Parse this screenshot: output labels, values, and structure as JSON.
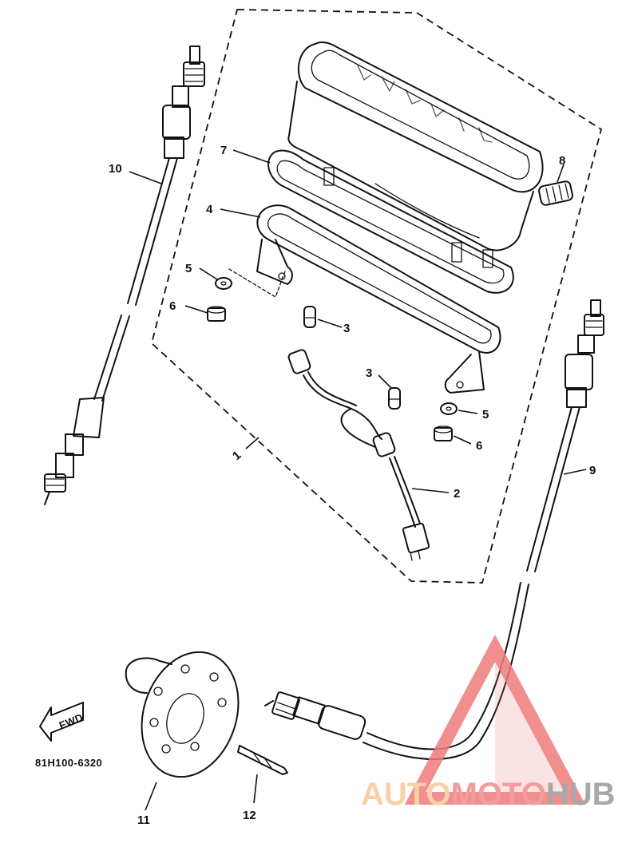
{
  "diagram": {
    "part_code": "81H100-6320",
    "fwd_label": "FWD",
    "callouts": {
      "p1": "1",
      "p2": "2",
      "p3a": "3",
      "p3b": "3",
      "p4": "4",
      "p5a": "5",
      "p5b": "5",
      "p6a": "6",
      "p6b": "6",
      "p7": "7",
      "p8": "8",
      "p9": "9",
      "p10": "10",
      "p11": "11",
      "p12": "12"
    }
  },
  "watermark": {
    "part1": "AUTO",
    "part2": "MOTO",
    "part3": "HUB",
    "colors": {
      "auto": "#f6c89a",
      "moto": "#ef8c8c",
      "hub": "#9a9a9a",
      "triangle": "#ef7b7b"
    }
  }
}
